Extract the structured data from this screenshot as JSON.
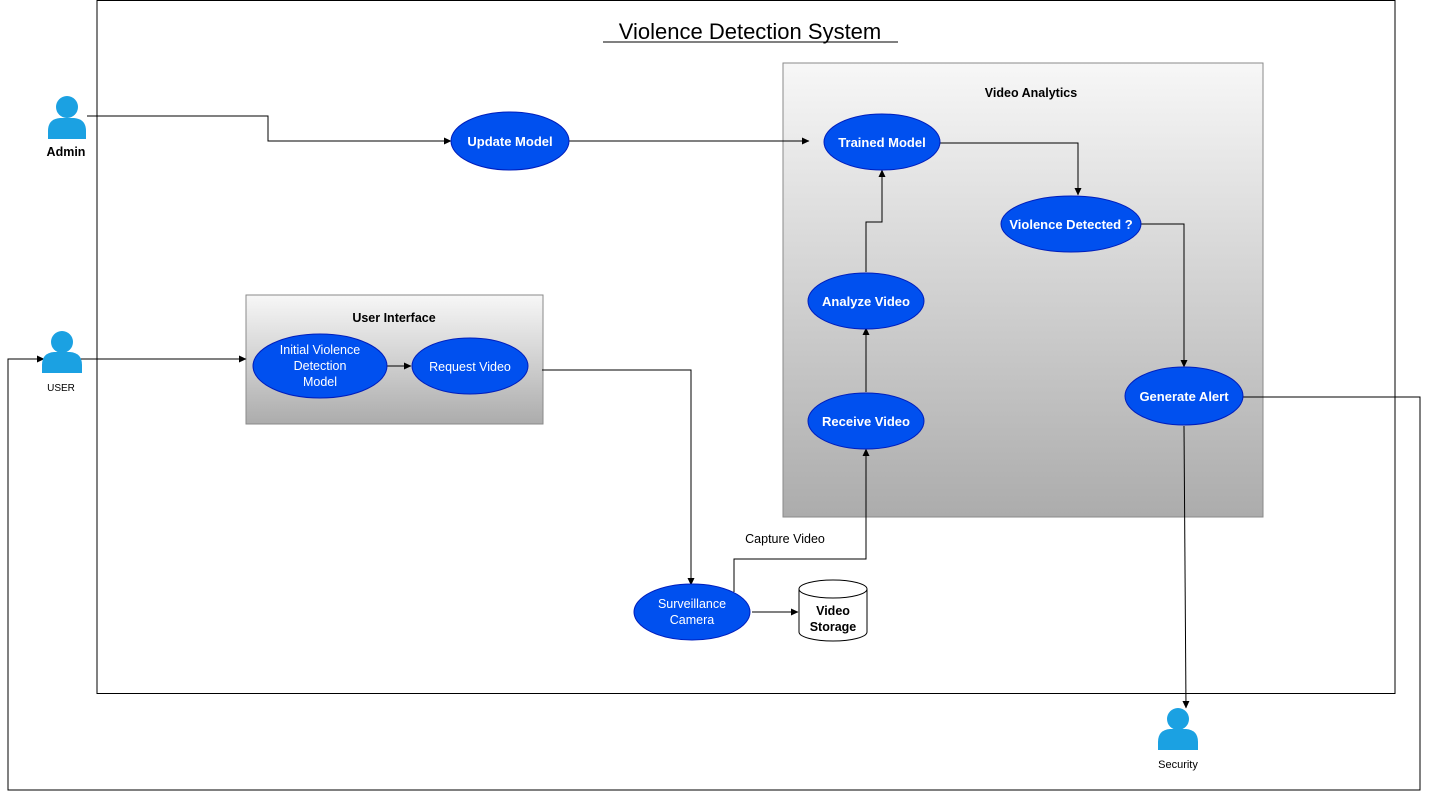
{
  "title": "Violence Detection System",
  "actors": {
    "admin": "Admin",
    "user": "USER",
    "security": "Security"
  },
  "containers": {
    "user_interface": "User Interface",
    "video_analytics": "Video Analytics"
  },
  "nodes": {
    "update_model": "Update Model",
    "initial_model": [
      "Initial Violence",
      "Detection",
      "Model"
    ],
    "request_video": "Request Video",
    "trained_model": "Trained Model",
    "violence_detected": "Violence Detected ?",
    "analyze_video": "Analyze Video",
    "receive_video": "Receive Video",
    "generate_alert": "Generate Alert",
    "surveillance_camera": [
      "Surveillance",
      "Camera"
    ],
    "video_storage": [
      "Video",
      "Storage"
    ]
  },
  "edge_labels": {
    "capture_video": "Capture Video"
  },
  "colors": {
    "node_fill": "#0050ef",
    "node_stroke": "#001dbc",
    "actor": "#1ba1e2",
    "edge": "#000000"
  }
}
